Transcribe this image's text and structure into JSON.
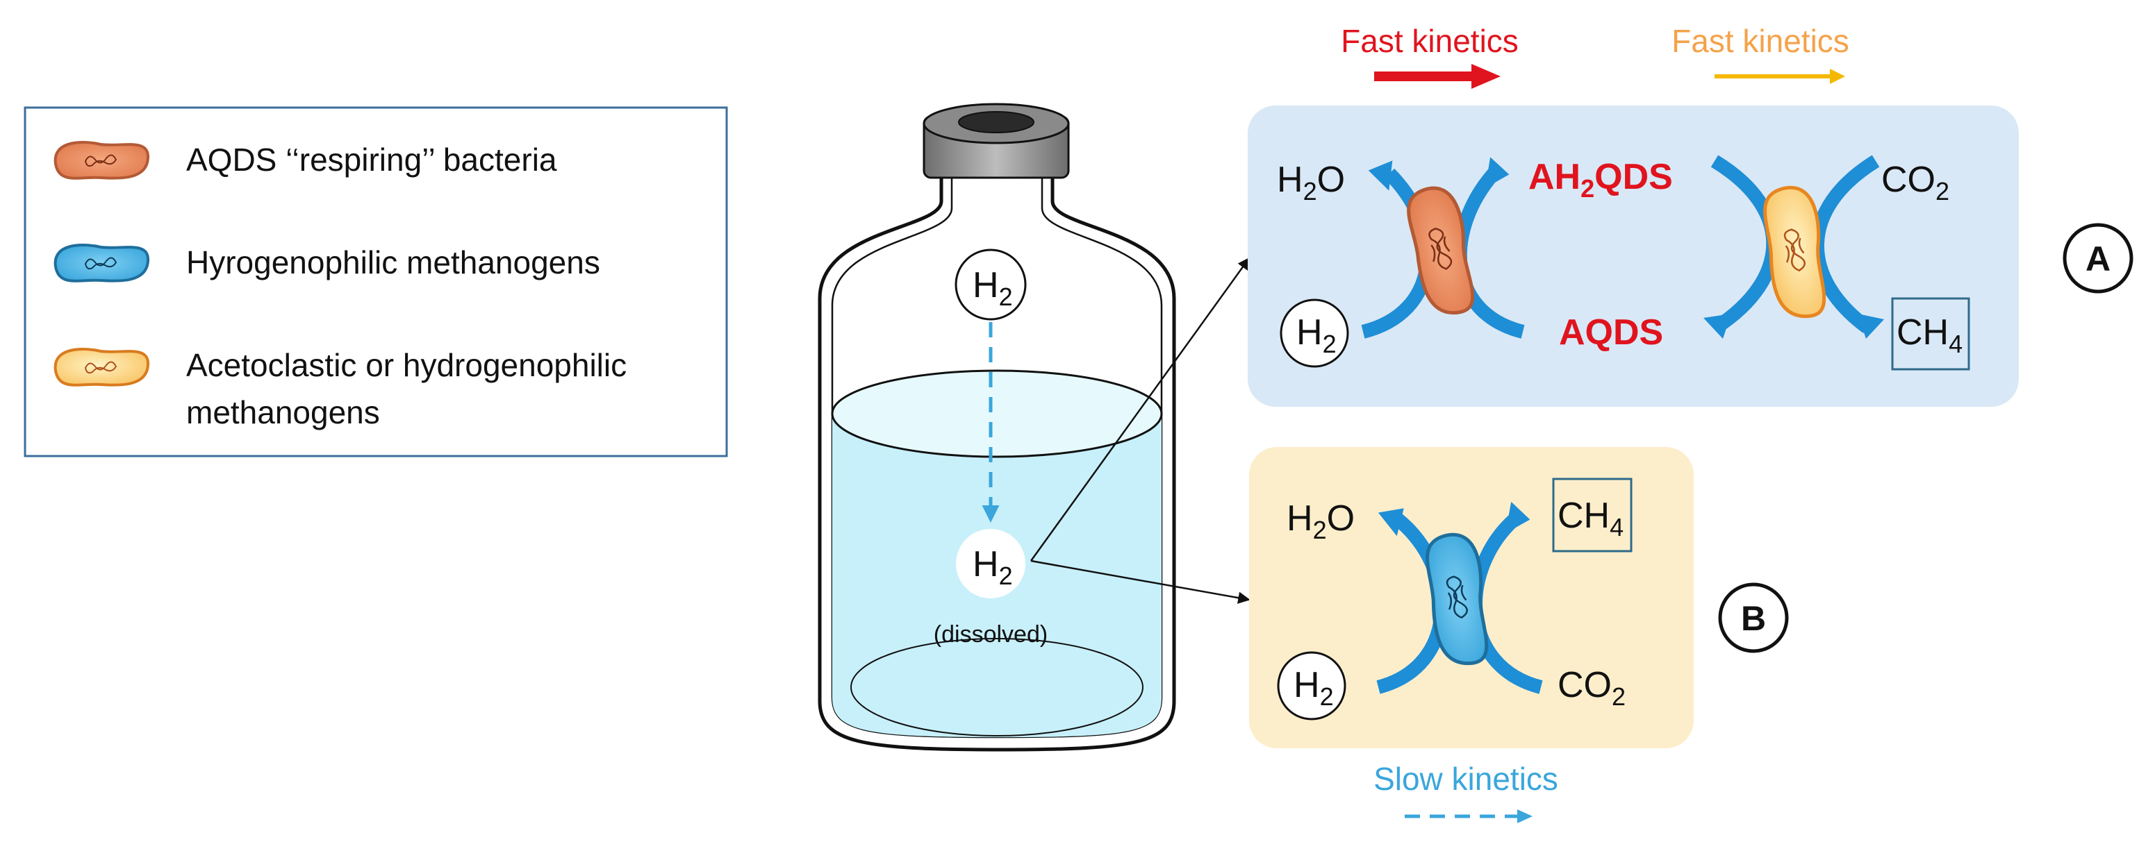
{
  "legend": {
    "items": [
      {
        "label": "AQDS ‘‘respiring’’ bacteria"
      },
      {
        "label": "Hyrogenophilic methanogens"
      },
      {
        "label_line1": "Acetoclastic or hydrogenophilic",
        "label_line2": "methanogens"
      }
    ]
  },
  "bottle": {
    "h2_gas": {
      "base": "H",
      "sub": "2"
    },
    "h2_dissolved": {
      "base": "H",
      "sub": "2"
    },
    "dissolved_note": "(dissolved)"
  },
  "kinetics": {
    "fast_1": "Fast kinetics",
    "fast_2": "Fast kinetics",
    "slow": "Slow kinetics"
  },
  "panel_a": {
    "marker": "A",
    "h2o": {
      "base": "H",
      "sub": "2",
      "tail": "O"
    },
    "h2": {
      "base": "H",
      "sub": "2"
    },
    "ah2qds": {
      "base": "AH",
      "sub": "2",
      "tail": "QDS"
    },
    "aqds": "AQDS",
    "co2": {
      "base": "CO",
      "sub": "2"
    },
    "ch4": {
      "base": "CH",
      "sub": "4"
    }
  },
  "panel_b": {
    "marker": "B",
    "h2o": {
      "base": "H",
      "sub": "2",
      "tail": "O"
    },
    "h2": {
      "base": "H",
      "sub": "2"
    },
    "ch4": {
      "base": "CH",
      "sub": "4"
    },
    "co2": {
      "base": "CO",
      "sub": "2"
    }
  },
  "colors": {
    "red": "#e0141e",
    "orange_text": "#f5a24a",
    "blue_text": "#3aa6dc",
    "panel_a_bg": "#d9e8f6",
    "panel_b_bg": "#fdeecb",
    "arrow_blue": "#1e8ed6",
    "liquid": "#c8f0fa"
  }
}
